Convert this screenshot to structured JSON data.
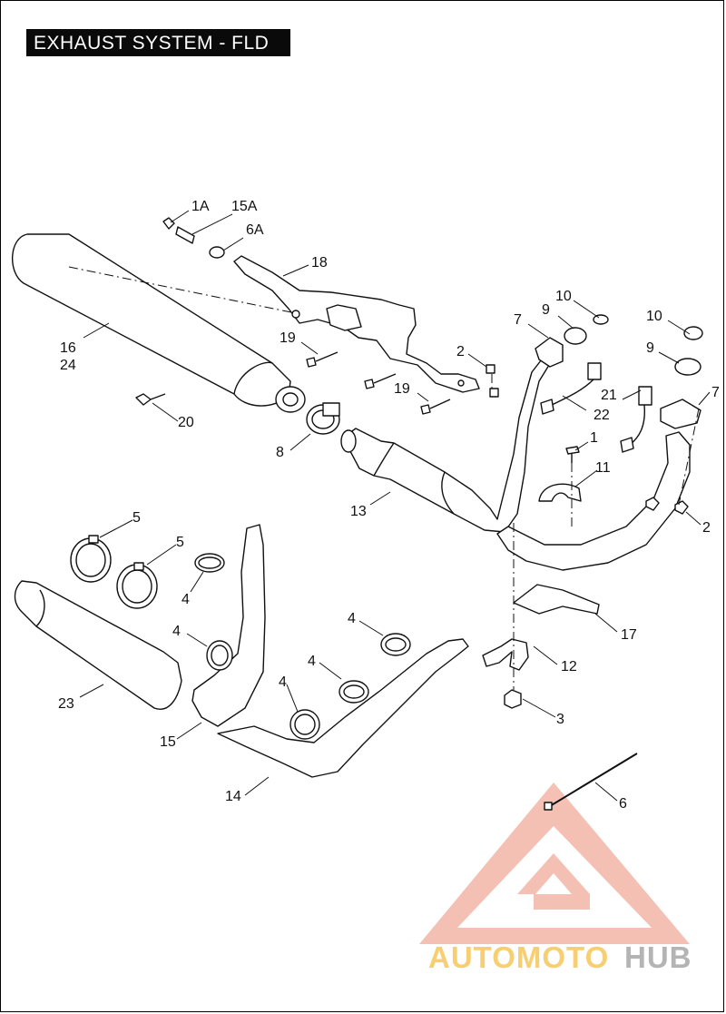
{
  "title": "EXHAUST SYSTEM - FLD",
  "callouts": {
    "c1A": "1A",
    "c15A": "15A",
    "c6A": "6A",
    "c18": "18",
    "c10a": "10",
    "c9a": "9",
    "c7a": "7",
    "c10b": "10",
    "c9b": "9",
    "c7b": "7",
    "c16": "16",
    "c24": "24",
    "c19a": "19",
    "c19b": "19",
    "c2a": "2",
    "c21": "21",
    "c22": "22",
    "c20": "20",
    "c8": "8",
    "c1": "1",
    "c11": "11",
    "c13": "13",
    "c2b": "2",
    "c5a": "5",
    "c5b": "5",
    "c4a": "4",
    "c4b": "4",
    "c4c": "4",
    "c4d": "4",
    "c4e": "4",
    "c17": "17",
    "c12": "12",
    "c23": "23",
    "c15": "15",
    "c3": "3",
    "c14": "14",
    "c6": "6"
  },
  "watermark": {
    "part1": "AUTOMOTO",
    "part2": "HUB",
    "color_primary": "#f3b6a8",
    "color_accent": "#f6c65a",
    "color_secondary": "#a8a8a8"
  },
  "colors": {
    "title_bg": "#0a0a0a",
    "title_fg": "#ffffff",
    "line": "#111111"
  }
}
